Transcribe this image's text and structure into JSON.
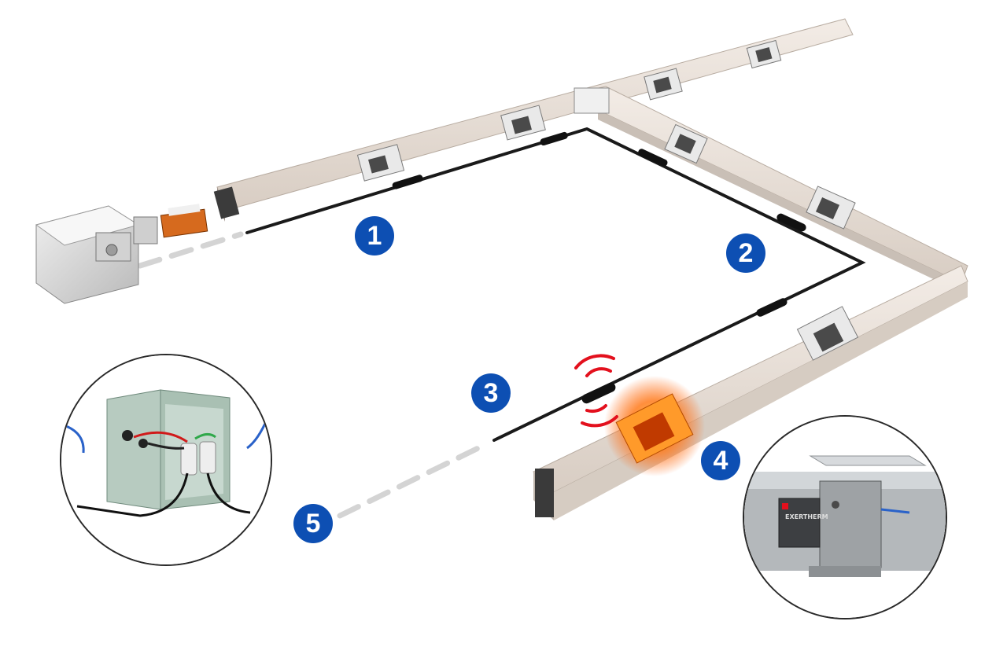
{
  "markers": [
    {
      "id": "1",
      "label": "1"
    },
    {
      "id": "2",
      "label": "2"
    },
    {
      "id": "3",
      "label": "3"
    },
    {
      "id": "4",
      "label": "4"
    },
    {
      "id": "5",
      "label": "5"
    }
  ],
  "inset_right": {
    "brand": "EXERTHERM"
  },
  "colors": {
    "marker_fill": "#0d4fb3",
    "rail": "#e6dcd3",
    "rail_shadow": "#c9bfb6",
    "cable": "#1a1a1a",
    "heat": "#ff7a1a",
    "signal": "#e3101d",
    "dashed_link": "#d4d4d4"
  }
}
